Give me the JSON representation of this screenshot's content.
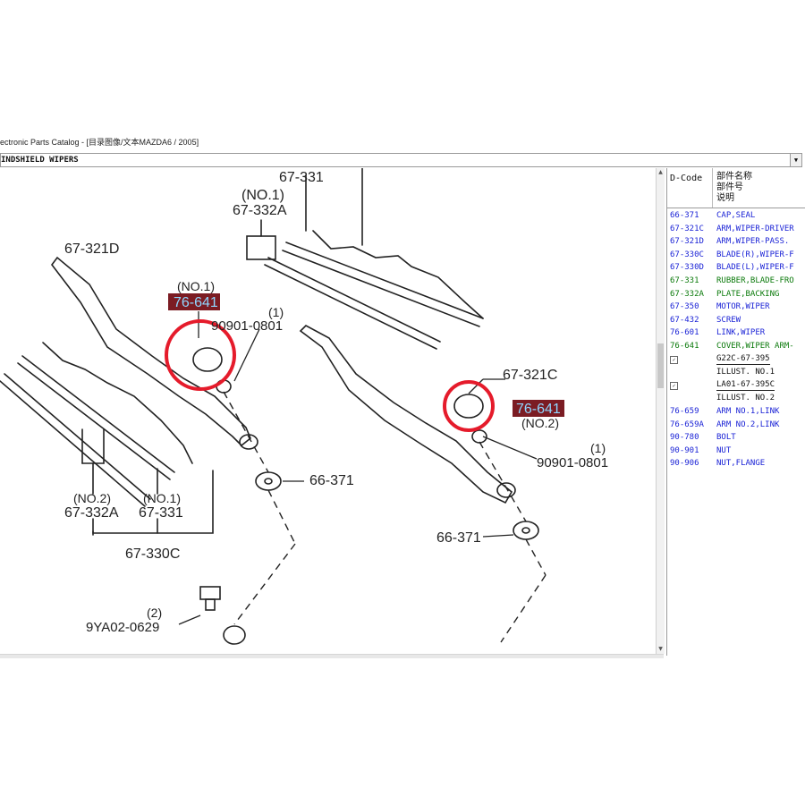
{
  "window": {
    "title": "ectronic Parts Catalog - [目录图像/文本MAZDA6 / 2005]"
  },
  "section": {
    "name": "INDSHIELD WIPERS",
    "dropdown_icon": "chevron-down-icon"
  },
  "parts_table": {
    "header_code": "D-Code",
    "header_name_lines": [
      "部件名称",
      "部件号",
      "说明"
    ],
    "rows": [
      {
        "code": "66-371",
        "name": "CAP,SEAL",
        "color": "blue"
      },
      {
        "code": "67-321C",
        "name": "ARM,WIPER-DRIVER",
        "color": "blue"
      },
      {
        "code": "67-321D",
        "name": "ARM,WIPER-PASS.",
        "color": "blue"
      },
      {
        "code": "67-330C",
        "name": "BLADE(R),WIPER-F",
        "color": "blue"
      },
      {
        "code": "67-330D",
        "name": "BLADE(L),WIPER-F",
        "color": "blue"
      },
      {
        "code": "67-331",
        "name": "RUBBER,BLADE-FRO",
        "color": "green"
      },
      {
        "code": "67-332A",
        "name": "PLATE,BACKING",
        "color": "green"
      },
      {
        "code": "67-350",
        "name": "MOTOR,WIPER",
        "color": "blue"
      },
      {
        "code": "67-432",
        "name": "SCREW",
        "color": "blue"
      },
      {
        "code": "76-601",
        "name": "LINK,WIPER",
        "color": "blue"
      },
      {
        "code": "76-641",
        "name": "COVER,WIPER ARM-",
        "color": "green"
      },
      {
        "code": "",
        "name": "G22C-67-395",
        "color": "black",
        "checkbox": true,
        "underline": true
      },
      {
        "code": "",
        "name": "ILLUST. NO.1",
        "color": "black"
      },
      {
        "code": "",
        "name": "LA01-67-395C",
        "color": "black",
        "checkbox": true,
        "underline": true
      },
      {
        "code": "",
        "name": "ILLUST. NO.2",
        "color": "black"
      },
      {
        "code": "76-659",
        "name": "ARM NO.1,LINK",
        "color": "blue"
      },
      {
        "code": "76-659A",
        "name": "ARM NO.2,LINK",
        "color": "blue"
      },
      {
        "code": "90-780",
        "name": "BOLT",
        "color": "blue"
      },
      {
        "code": "90-901",
        "name": "NUT",
        "color": "blue"
      },
      {
        "code": "90-906",
        "name": "NUT,FLANGE",
        "color": "blue"
      }
    ]
  },
  "illustration": {
    "labels": {
      "l_67_321D": "67-321D",
      "l_no1_top": "(NO.1)",
      "l_67_332A_top": "67-332A",
      "l_67_331_top": "67-331",
      "l_no1_mid": "(NO.1)",
      "l_76_641_a": "76-641",
      "l_1_a": "(1)",
      "l_90901_a": "90901-0801",
      "l_67_321C": "67-321C",
      "l_76_641_b": "76-641",
      "l_no2_mid": "(NO.2)",
      "l_1_b": "(1)",
      "l_90901_b": "90901-0801",
      "l_66_371_a": "66-371",
      "l_66_371_b": "66-371",
      "l_no2_left": "(NO.2)",
      "l_67_332A_left": "67-332A",
      "l_no1_left": "(NO.1)",
      "l_67_331_left": "67-331",
      "l_67_330C": "67-330C",
      "l_2": "(2)",
      "l_9ya": "9YA02-0629"
    },
    "highlight_color": "#e51b2b",
    "tag_color": "#7b1c23"
  }
}
